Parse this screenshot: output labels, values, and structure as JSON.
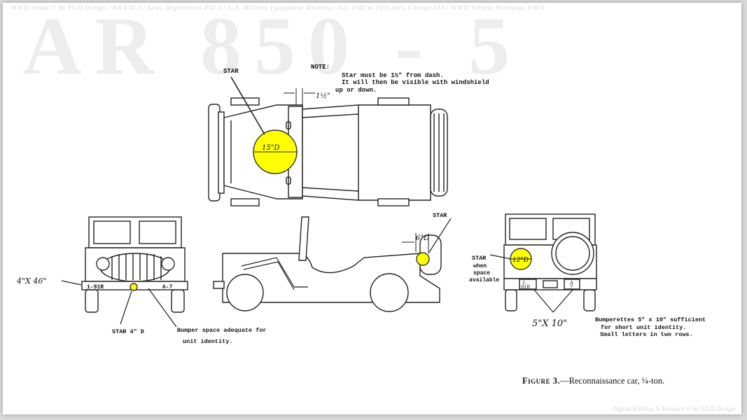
{
  "watermarks": {
    "top": "WWII-Study © by FGD Design / AR 850-5 / Army Regulations 850-5 / U.S. Military Equipment Markings Jul. 1945 to 1955 incl. Change #10 / WWII Vehicle Markings WWII",
    "big": "AR 850 - 5",
    "bottom": "Digital Editing & Retouch © by FGD Design"
  },
  "top_view": {
    "star_label": "STAR",
    "note_title": "NOTE:",
    "note_line1": "Star must be 1½\" from dash.",
    "note_line2": "It will then be visible with windshield",
    "note_line3": "up or down.",
    "dim_label": "1½\"",
    "star_size": "15\"D"
  },
  "front_view": {
    "dim_label": "4\"X 46\"",
    "plate_left": "1-91R",
    "plate_right": "A-7",
    "star_label": "STAR 4\" D",
    "bumper_note_1": "Bumper space adequate for",
    "bumper_note_2": "unit identity."
  },
  "side_view": {
    "star_label": "STAR",
    "dim_label": "6\"D"
  },
  "rear_view": {
    "star_label": "STAR",
    "star_note_1": "when",
    "star_note_2": "space",
    "star_note_3": "available",
    "star_size": "12\"D",
    "plate_left_1": "1-",
    "plate_left_2": "91R",
    "plate_right_1": "A",
    "plate_right_2": "7",
    "dim_label": "5\"X 10\"",
    "bumperettes_1": "Bumperettes 5\" x 10\" sufficient",
    "bumperettes_2": "for short unit identity.",
    "bumperettes_3": "Small letters in two rows."
  },
  "caption": {
    "figure": "Figure 3.",
    "text": "—Reconnaissance car, ¼-ton."
  },
  "colors": {
    "star_fill": "#ffff00",
    "line": "#222222"
  }
}
